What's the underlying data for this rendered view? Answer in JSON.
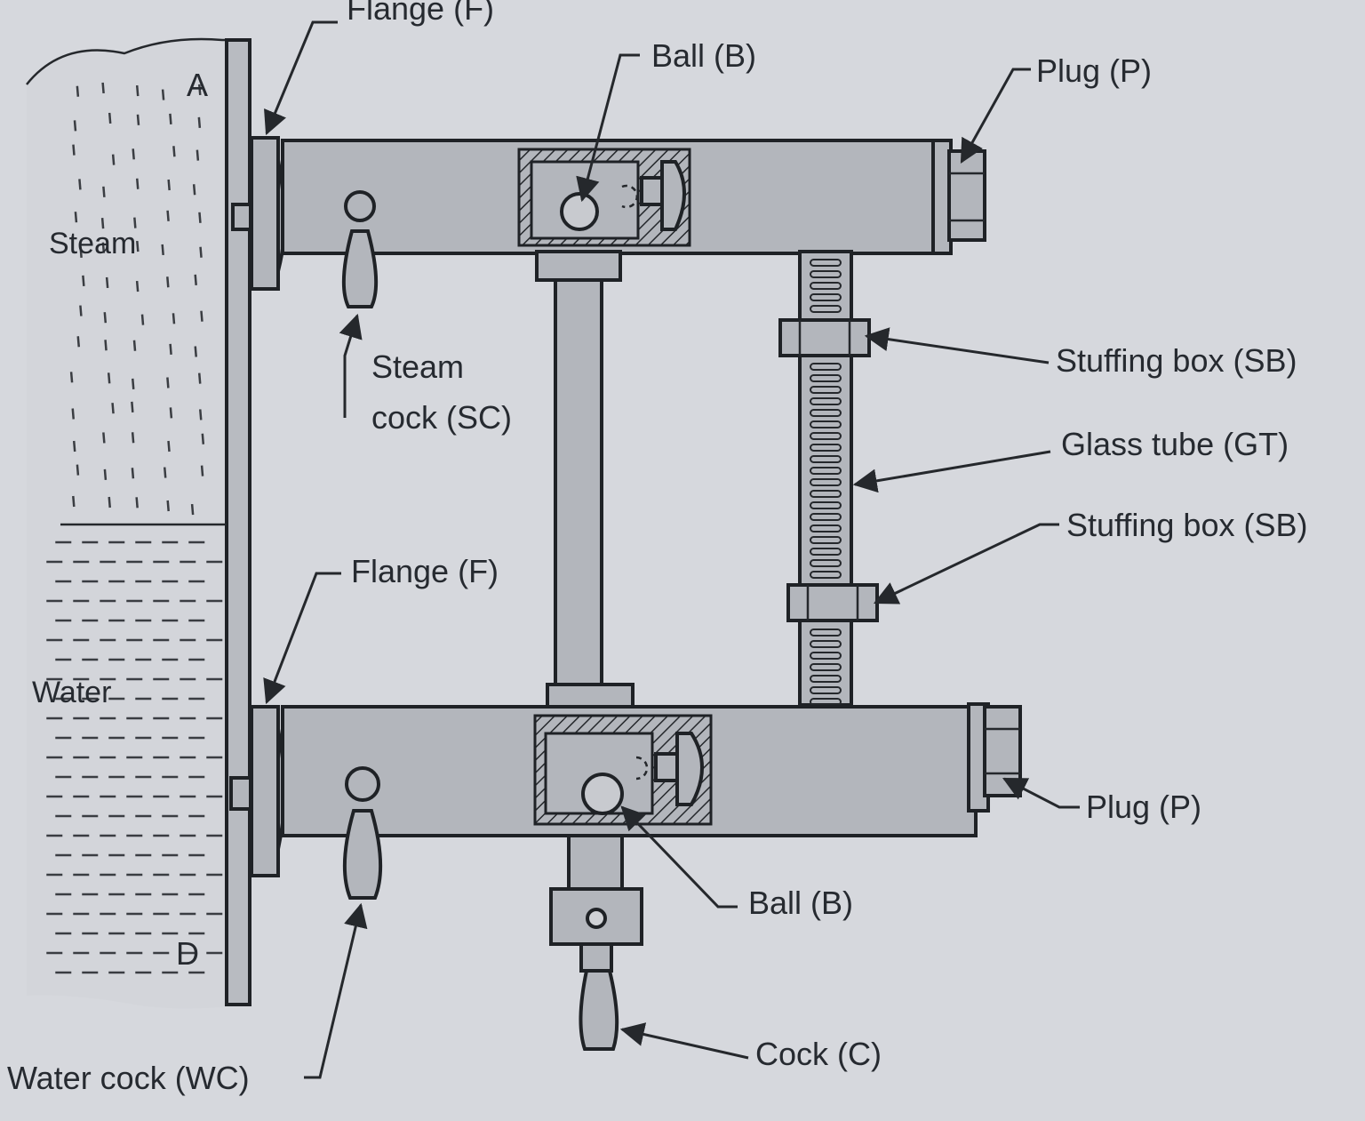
{
  "labels": {
    "flange_top": "Flange (F)",
    "ball_top": "Ball (B)",
    "plug_top": "Plug (P)",
    "steam": "Steam",
    "point_a": "A",
    "steam_cock_line1": "Steam",
    "steam_cock_line2": "cock (SC)",
    "stuffing_box_upper": "Stuffing box (SB)",
    "glass_tube": "Glass tube (GT)",
    "stuffing_box_lower": "Stuffing box (SB)",
    "flange_bottom": "Flange (F)",
    "water": "Water",
    "plug_bottom": "Plug (P)",
    "ball_bottom": "Ball (B)",
    "point_d": "D",
    "cock": "Cock (C)",
    "water_cock": "Water cock (WC)"
  },
  "colors": {
    "paper": "#d6d8dd",
    "part_fill": "#b3b6bc",
    "ink": "#1f2226"
  }
}
